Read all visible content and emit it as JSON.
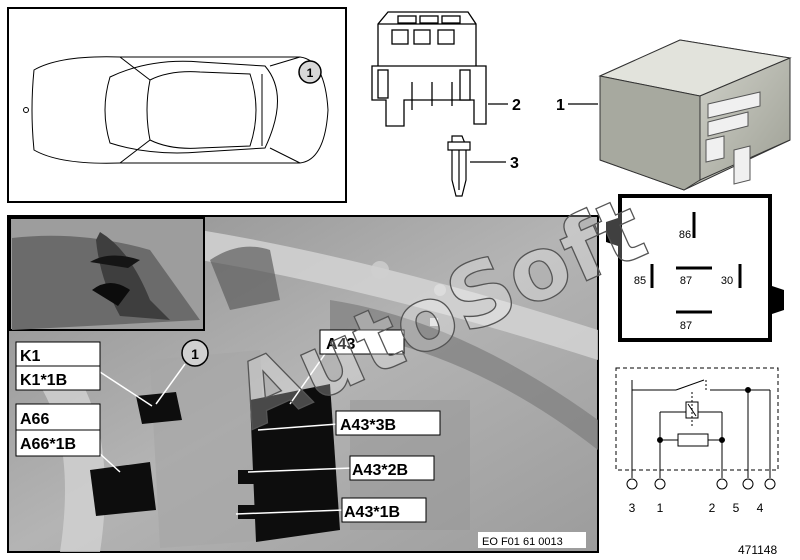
{
  "car_marker": "1",
  "photo_marker": "1",
  "parts": {
    "item1": "1",
    "item2": "2",
    "item3": "3"
  },
  "callouts": {
    "k1": "K1",
    "k1_1b": "K1*1B",
    "a66": "A66",
    "a66_1b": "A66*1B",
    "a43": "A43",
    "a43_3b": "A43*3B",
    "a43_2b": "A43*2B",
    "a43_1b": "A43*1B"
  },
  "relay_pins": {
    "p86": "86",
    "p85": "85",
    "p87_center": "87",
    "p30": "30",
    "p87_bottom": "87"
  },
  "circuit_terminals": [
    "3",
    "1",
    "2",
    "5",
    "4"
  ],
  "photo_code": "EO F01 61 0013",
  "doc_number": "471148",
  "watermark": "AutoSoft"
}
